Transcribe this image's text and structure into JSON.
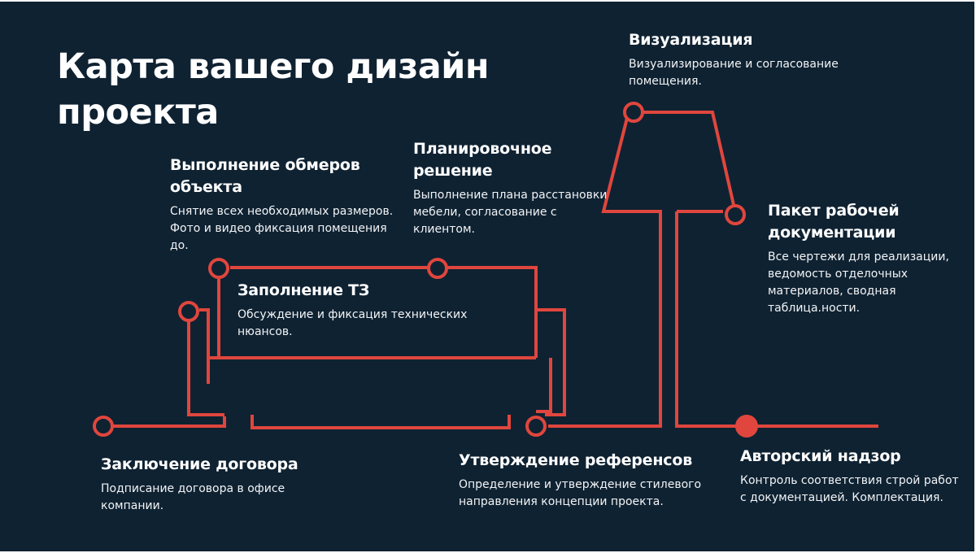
{
  "title": "Карта вашего дизайн проекта",
  "colors": {
    "background": "#0f2232",
    "accent": "#e0463d",
    "text": "#ffffff"
  },
  "steps": {
    "visualization": {
      "title": "Визуализация",
      "desc": "Визуализирование  и согласование помещения."
    },
    "documentation": {
      "title": "Пакет рабочей документации",
      "desc": "Все чертежи для реализации, ведомость отделочных материалов, сводная таблица.ности."
    },
    "measurements": {
      "title": "Выполнение обмеров объекта",
      "desc": "Снятие всех необходимых размеров. Фото и видео фиксация помещения до."
    },
    "planning": {
      "title": "Планировочное решение",
      "desc": "Выполнение плана расстановки мебели, согласование с клиентом."
    },
    "tz": {
      "title": "Заполнение ТЗ",
      "desc": "Обсуждение и фиксация технических нюансов."
    },
    "contract": {
      "title": "Заключение договора",
      "desc": "Подписание договора в офисе компании."
    },
    "references": {
      "title": "Утверждение референсов",
      "desc": "Определение и утверждение стилевого направления концепции проекта."
    },
    "supervision": {
      "title": "Авторский надзор",
      "desc": "Контроль соответствия строй работ с  документацией. Комплектация."
    }
  }
}
